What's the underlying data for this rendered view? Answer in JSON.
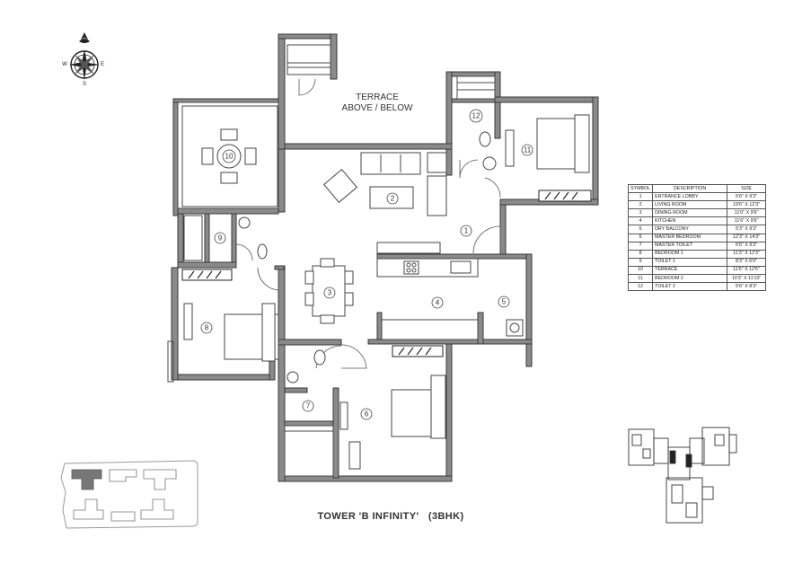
{
  "terrace_note": {
    "line1": "TERRACE",
    "line2": "ABOVE / BELOW"
  },
  "compass": {
    "n": "N",
    "s": "S",
    "e": "E",
    "w": "W"
  },
  "room_markers": [
    "1",
    "2",
    "3",
    "4",
    "5",
    "6",
    "7",
    "8",
    "9",
    "10",
    "11",
    "12"
  ],
  "legend": {
    "headers": [
      "SYMBOL",
      "DESCRIPTION",
      "SIZE"
    ],
    "rows": [
      [
        "1",
        "ENTRANCE LOBBY",
        "5'6\" X 9'3\""
      ],
      [
        "2",
        "LIVING ROOM",
        "19'6\" X 12'3\""
      ],
      [
        "3",
        "DINING ROOM",
        "11'0\" X 9'6\""
      ],
      [
        "4",
        "KITCHEN",
        "11'6\" X 9'6\""
      ],
      [
        "5",
        "DRY BALCONY",
        "5'3\" X 9'3\""
      ],
      [
        "6",
        "MASTER BEDROOM",
        "12'3\" X 14'3\""
      ],
      [
        "7",
        "MASTER TOILET",
        "6'6\" X 9'3\""
      ],
      [
        "8",
        "BEDROOM 1",
        "11'3\" X 12'3\""
      ],
      [
        "9",
        "TOILET 1",
        "8'3\" X 6'0\""
      ],
      [
        "10",
        "TERRACE",
        "11'6\" X 12'6\""
      ],
      [
        "11",
        "BEDROOM 2",
        "10'3\" X 11'10\""
      ],
      [
        "12",
        "TOILET 2",
        "5'6\" X 8'3\""
      ]
    ]
  },
  "caption": {
    "tower": "TOWER 'B INFINITY'",
    "type": "(3BHK)"
  }
}
